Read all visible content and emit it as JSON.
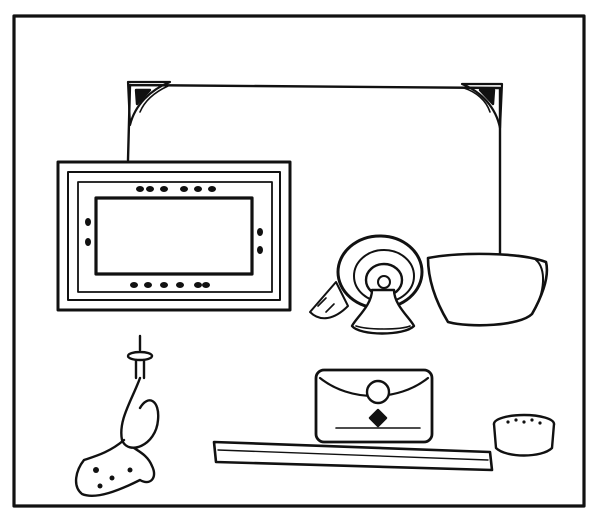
{
  "illustration": {
    "subject": "",
    "objects": [
      {
        "id": "tall-frame-board",
        "icon": "tall-board-with-corner-ornaments"
      },
      {
        "id": "rectangular-frame",
        "icon": "picture-frame-with-oval-beads"
      },
      {
        "id": "round-mirror-lamp",
        "icon": "round-mirror-on-bell-stand"
      },
      {
        "id": "bowl",
        "icon": "shallow-bowl"
      },
      {
        "id": "candlestick",
        "icon": "whiplash-candlestick"
      },
      {
        "id": "wallet",
        "icon": "embossed-wallet"
      },
      {
        "id": "ruler",
        "icon": "long-flat-rule"
      },
      {
        "id": "pin-box",
        "icon": "round-pin-box"
      }
    ]
  },
  "colors": {
    "ink": "#111111",
    "paper": "#ffffff"
  }
}
